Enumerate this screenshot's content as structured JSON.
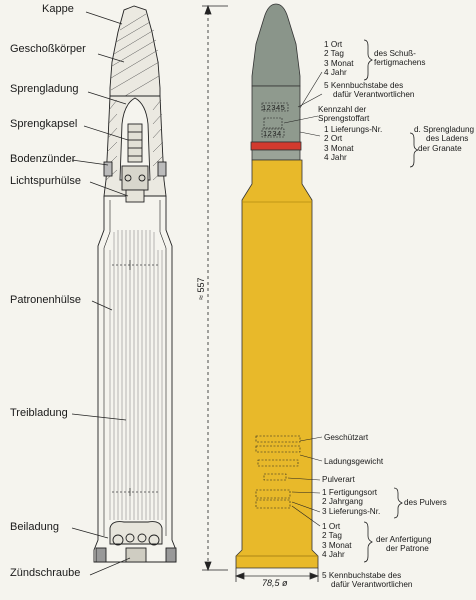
{
  "left_labels": [
    "Kappe",
    "Geschoßkörper",
    "Sprengladung",
    "Sprengkapsel",
    "Bodenzünder",
    "Lichtspurhülse",
    "Patronenhülse",
    "Treibladung",
    "Beiladung",
    "Zündschraube"
  ],
  "dimension_length": "≈ 557",
  "dimension_diameter": "78,5 ø",
  "projectile_stamp_1": "12345",
  "projectile_stamp_2": "1234",
  "group_1": {
    "items": [
      "1 Ort",
      "2 Tag",
      "3 Monat",
      "4 Jahr"
    ],
    "brace_text": [
      "des Schuß-",
      "fertigmachens"
    ]
  },
  "line_5_top": [
    "5 Kennbuchstabe des",
    "dafür Verantwortlichen"
  ],
  "explosive_mark": [
    "Kennzahl der",
    "Sprengstoffart"
  ],
  "group_2": {
    "items": [
      "1 Lieferungs-Nr.",
      "2 Ort",
      "3 Monat",
      "4 Jahr"
    ],
    "brace_text": [
      "d. Sprengladung",
      "des Ladens",
      "der Granate"
    ]
  },
  "case_labels": [
    "Geschützart",
    "Ladungsgewicht",
    "Pulverart"
  ],
  "group_3": {
    "items": [
      "1 Fertigungsort",
      "2 Jahrgang",
      "3 Lieferungs-Nr."
    ],
    "brace_text": [
      "des Pulvers"
    ]
  },
  "group_4": {
    "items": [
      "1 Ort",
      "2 Tag",
      "3 Monat",
      "4 Jahr"
    ],
    "brace_text": [
      "der Anfertigung",
      "der Patrone"
    ]
  },
  "line_5_bottom": [
    "5 Kennbuchstabe des",
    "dafür Verantwortlichen"
  ],
  "colors": {
    "projectile_gray": "#8a958a",
    "case_yellow": "#e8b92a",
    "red_band": "#d23a2e",
    "line": "#222222",
    "background": "#f5f4ee"
  }
}
